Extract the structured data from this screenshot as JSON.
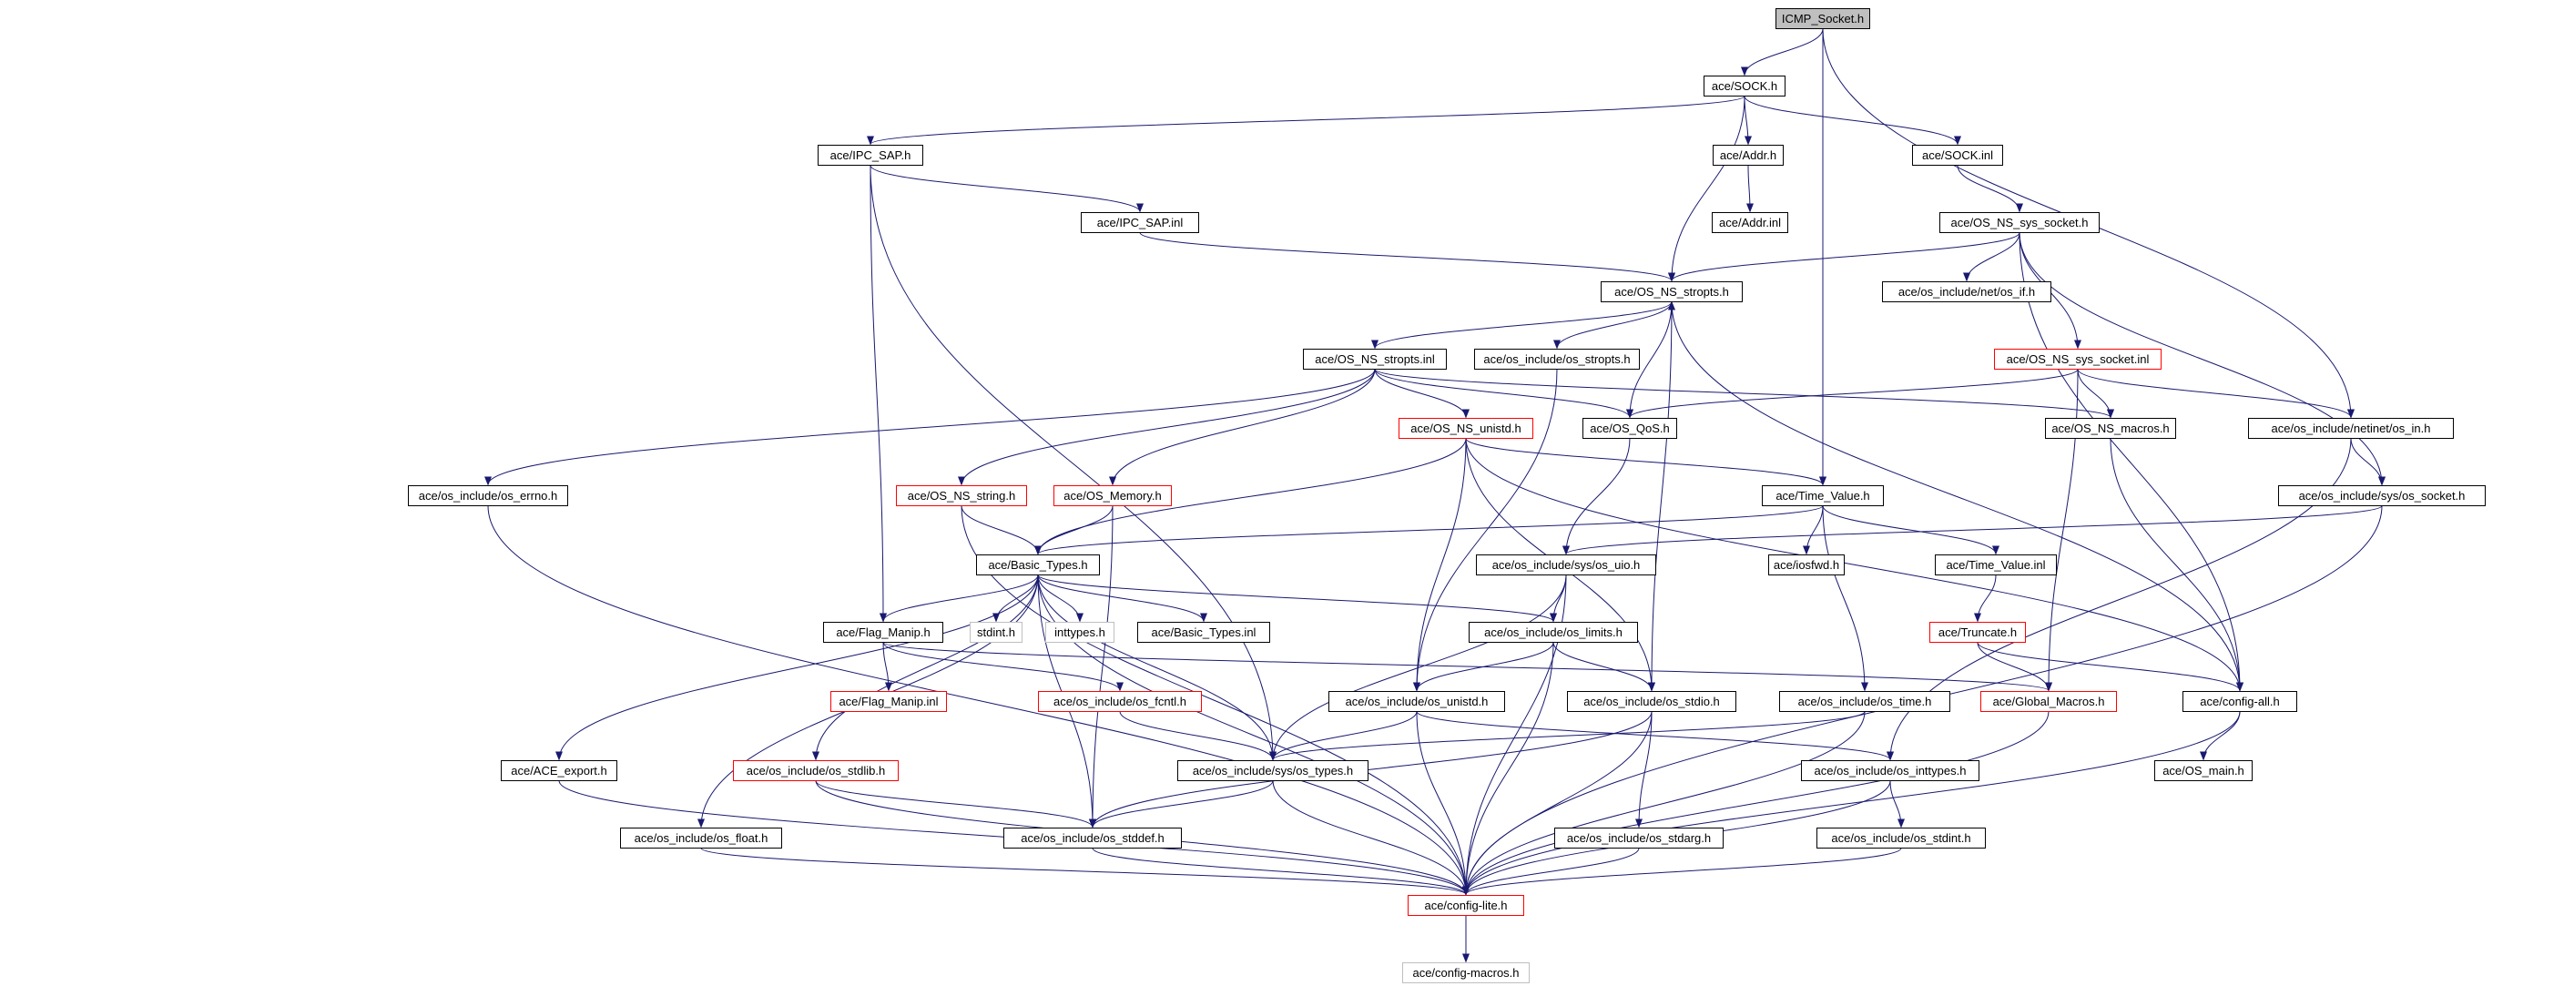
{
  "diagram": {
    "title": "ICMP_Socket.h",
    "edge_color": "#191970",
    "nodes": [
      {
        "id": "icmp_socket_h",
        "label": "ICMP_Socket.h",
        "style": "root"
      },
      {
        "id": "sock_h",
        "label": "ace/SOCK.h",
        "style": "black"
      },
      {
        "id": "ipc_sap_h",
        "label": "ace/IPC_SAP.h",
        "style": "black"
      },
      {
        "id": "addr_h",
        "label": "ace/Addr.h",
        "style": "black"
      },
      {
        "id": "sock_inl",
        "label": "ace/SOCK.inl",
        "style": "black"
      },
      {
        "id": "addr_inl",
        "label": "ace/Addr.inl",
        "style": "black"
      },
      {
        "id": "ipc_sap_inl",
        "label": "ace/IPC_SAP.inl",
        "style": "black"
      },
      {
        "id": "os_ns_sys_socket_h",
        "label": "ace/OS_NS_sys_socket.h",
        "style": "black"
      },
      {
        "id": "os_ns_stropts_h",
        "label": "ace/OS_NS_stropts.h",
        "style": "black"
      },
      {
        "id": "os_if_h",
        "label": "ace/os_include/net/os_if.h",
        "style": "black"
      },
      {
        "id": "os_ns_stropts_inl",
        "label": "ace/OS_NS_stropts.inl",
        "style": "black"
      },
      {
        "id": "os_stropts_h",
        "label": "ace/os_include/os_stropts.h",
        "style": "black"
      },
      {
        "id": "os_ns_sys_socket_inl",
        "label": "ace/OS_NS_sys_socket.inl",
        "style": "red"
      },
      {
        "id": "os_ns_unistd_h",
        "label": "ace/OS_NS_unistd.h",
        "style": "red"
      },
      {
        "id": "os_qos_h",
        "label": "ace/OS_QoS.h",
        "style": "black"
      },
      {
        "id": "os_ns_macros_h",
        "label": "ace/OS_NS_macros.h",
        "style": "black"
      },
      {
        "id": "os_in_h",
        "label": "ace/os_include/netinet/os_in.h",
        "style": "black"
      },
      {
        "id": "os_errno_h",
        "label": "ace/os_include/os_errno.h",
        "style": "black"
      },
      {
        "id": "os_ns_string_h",
        "label": "ace/OS_NS_string.h",
        "style": "red"
      },
      {
        "id": "os_memory_h",
        "label": "ace/OS_Memory.h",
        "style": "red"
      },
      {
        "id": "time_value_h",
        "label": "ace/Time_Value.h",
        "style": "black"
      },
      {
        "id": "os_sys_socket_h",
        "label": "ace/os_include/sys/os_socket.h",
        "style": "black"
      },
      {
        "id": "basic_types_h",
        "label": "ace/Basic_Types.h",
        "style": "black"
      },
      {
        "id": "os_uio_h",
        "label": "ace/os_include/sys/os_uio.h",
        "style": "black"
      },
      {
        "id": "iosfwd_h",
        "label": "ace/iosfwd.h",
        "style": "black"
      },
      {
        "id": "time_value_inl",
        "label": "ace/Time_Value.inl",
        "style": "black"
      },
      {
        "id": "flag_manip_h",
        "label": "ace/Flag_Manip.h",
        "style": "black"
      },
      {
        "id": "stdint_h",
        "label": "stdint.h",
        "style": "gray"
      },
      {
        "id": "inttypes_h",
        "label": "inttypes.h",
        "style": "gray"
      },
      {
        "id": "basic_types_inl",
        "label": "ace/Basic_Types.inl",
        "style": "black"
      },
      {
        "id": "os_limits_h",
        "label": "ace/os_include/os_limits.h",
        "style": "black"
      },
      {
        "id": "truncate_h",
        "label": "ace/Truncate.h",
        "style": "red"
      },
      {
        "id": "flag_manip_inl",
        "label": "ace/Flag_Manip.inl",
        "style": "red"
      },
      {
        "id": "os_fcntl_h",
        "label": "ace/os_include/os_fcntl.h",
        "style": "red"
      },
      {
        "id": "os_unistd_h",
        "label": "ace/os_include/os_unistd.h",
        "style": "black"
      },
      {
        "id": "os_stdio_h",
        "label": "ace/os_include/os_stdio.h",
        "style": "black"
      },
      {
        "id": "os_time_h",
        "label": "ace/os_include/os_time.h",
        "style": "black"
      },
      {
        "id": "global_macros_h",
        "label": "ace/Global_Macros.h",
        "style": "red"
      },
      {
        "id": "config_all_h",
        "label": "ace/config-all.h",
        "style": "black"
      },
      {
        "id": "ace_export_h",
        "label": "ace/ACE_export.h",
        "style": "black"
      },
      {
        "id": "os_stdlib_h",
        "label": "ace/os_include/os_stdlib.h",
        "style": "red"
      },
      {
        "id": "os_types_h",
        "label": "ace/os_include/sys/os_types.h",
        "style": "black"
      },
      {
        "id": "os_inttypes_h",
        "label": "ace/os_include/os_inttypes.h",
        "style": "black"
      },
      {
        "id": "os_main_h",
        "label": "ace/OS_main.h",
        "style": "black"
      },
      {
        "id": "os_float_h",
        "label": "ace/os_include/os_float.h",
        "style": "black"
      },
      {
        "id": "os_stddef_h",
        "label": "ace/os_include/os_stddef.h",
        "style": "black"
      },
      {
        "id": "os_stdarg_h",
        "label": "ace/os_include/os_stdarg.h",
        "style": "black"
      },
      {
        "id": "os_stdint_h",
        "label": "ace/os_include/os_stdint.h",
        "style": "black"
      },
      {
        "id": "config_lite_h",
        "label": "ace/config-lite.h",
        "style": "red"
      },
      {
        "id": "config_macros_h",
        "label": "ace/config-macros.h",
        "style": "gray"
      }
    ],
    "edges": [
      [
        "icmp_socket_h",
        "sock_h"
      ],
      [
        "icmp_socket_h",
        "time_value_h"
      ],
      [
        "icmp_socket_h",
        "os_in_h"
      ],
      [
        "sock_h",
        "ipc_sap_h"
      ],
      [
        "sock_h",
        "addr_h"
      ],
      [
        "sock_h",
        "sock_inl"
      ],
      [
        "sock_h",
        "os_ns_stropts_h"
      ],
      [
        "ipc_sap_h",
        "ipc_sap_inl"
      ],
      [
        "ipc_sap_h",
        "flag_manip_h"
      ],
      [
        "ipc_sap_h",
        "os_types_h"
      ],
      [
        "addr_h",
        "addr_inl"
      ],
      [
        "sock_inl",
        "os_ns_sys_socket_h"
      ],
      [
        "ipc_sap_inl",
        "os_ns_stropts_h"
      ],
      [
        "os_ns_sys_socket_h",
        "os_ns_stropts_h"
      ],
      [
        "os_ns_sys_socket_h",
        "os_if_h"
      ],
      [
        "os_ns_sys_socket_h",
        "os_ns_sys_socket_inl"
      ],
      [
        "os_ns_sys_socket_h",
        "os_sys_socket_h"
      ],
      [
        "os_ns_sys_socket_h",
        "config_all_h"
      ],
      [
        "os_ns_stropts_h",
        "os_ns_stropts_inl"
      ],
      [
        "os_ns_stropts_h",
        "os_stropts_h"
      ],
      [
        "os_ns_stropts_h",
        "os_stdio_h"
      ],
      [
        "os_ns_stropts_h",
        "config_all_h"
      ],
      [
        "os_ns_stropts_inl",
        "os_ns_unistd_h"
      ],
      [
        "os_ns_stropts_inl",
        "os_qos_h"
      ],
      [
        "os_ns_stropts_inl",
        "os_ns_macros_h"
      ],
      [
        "os_ns_stropts_inl",
        "os_errno_h"
      ],
      [
        "os_ns_stropts_inl",
        "os_ns_string_h"
      ],
      [
        "os_ns_stropts_inl",
        "os_memory_h"
      ],
      [
        "os_stropts_h",
        "os_unistd_h"
      ],
      [
        "os_ns_sys_socket_inl",
        "os_qos_h"
      ],
      [
        "os_ns_sys_socket_inl",
        "os_ns_macros_h"
      ],
      [
        "os_ns_sys_socket_inl",
        "os_in_h"
      ],
      [
        "os_ns_sys_socket_inl",
        "global_macros_h"
      ],
      [
        "os_qos_h",
        "os_ns_stropts_h"
      ],
      [
        "os_qos_h",
        "os_uio_h"
      ],
      [
        "os_ns_unistd_h",
        "time_value_h"
      ],
      [
        "os_ns_unistd_h",
        "basic_types_h"
      ],
      [
        "os_ns_unistd_h",
        "os_unistd_h"
      ],
      [
        "os_ns_unistd_h",
        "os_stdio_h"
      ],
      [
        "os_ns_unistd_h",
        "config_all_h"
      ],
      [
        "os_ns_macros_h",
        "config_all_h"
      ],
      [
        "os_in_h",
        "os_sys_socket_h"
      ],
      [
        "os_in_h",
        "os_inttypes_h"
      ],
      [
        "os_errno_h",
        "config_lite_h"
      ],
      [
        "os_ns_string_h",
        "basic_types_h"
      ],
      [
        "os_ns_string_h",
        "config_lite_h"
      ],
      [
        "os_memory_h",
        "basic_types_h"
      ],
      [
        "os_memory_h",
        "os_stddef_h"
      ],
      [
        "time_value_h",
        "basic_types_h"
      ],
      [
        "time_value_h",
        "iosfwd_h"
      ],
      [
        "time_value_h",
        "time_value_inl"
      ],
      [
        "time_value_h",
        "os_time_h"
      ],
      [
        "os_sys_socket_h",
        "os_uio_h"
      ],
      [
        "os_sys_socket_h",
        "config_lite_h"
      ],
      [
        "basic_types_h",
        "stdint_h"
      ],
      [
        "basic_types_h",
        "inttypes_h"
      ],
      [
        "basic_types_h",
        "basic_types_inl"
      ],
      [
        "basic_types_h",
        "os_limits_h"
      ],
      [
        "basic_types_h",
        "os_types_h"
      ],
      [
        "basic_types_h",
        "ace_export_h"
      ],
      [
        "basic_types_h",
        "os_float_h"
      ],
      [
        "basic_types_h",
        "os_stdlib_h"
      ],
      [
        "basic_types_h",
        "os_stddef_h"
      ],
      [
        "basic_types_h",
        "config_lite_h"
      ],
      [
        "basic_types_h",
        "flag_manip_h"
      ],
      [
        "os_uio_h",
        "os_limits_h"
      ],
      [
        "os_uio_h",
        "os_types_h"
      ],
      [
        "os_uio_h",
        "config_lite_h"
      ],
      [
        "time_value_inl",
        "truncate_h"
      ],
      [
        "flag_manip_h",
        "flag_manip_inl"
      ],
      [
        "flag_manip_h",
        "os_fcntl_h"
      ],
      [
        "flag_manip_h",
        "global_macros_h"
      ],
      [
        "os_limits_h",
        "os_unistd_h"
      ],
      [
        "os_limits_h",
        "os_stdio_h"
      ],
      [
        "os_limits_h",
        "config_lite_h"
      ],
      [
        "truncate_h",
        "global_macros_h"
      ],
      [
        "truncate_h",
        "config_all_h"
      ],
      [
        "os_fcntl_h",
        "os_types_h"
      ],
      [
        "os_unistd_h",
        "os_types_h"
      ],
      [
        "os_unistd_h",
        "os_inttypes_h"
      ],
      [
        "os_unistd_h",
        "config_lite_h"
      ],
      [
        "os_stdio_h",
        "os_stdarg_h"
      ],
      [
        "os_stdio_h",
        "os_stddef_h"
      ],
      [
        "os_stdio_h",
        "config_lite_h"
      ],
      [
        "os_time_h",
        "os_types_h"
      ],
      [
        "os_time_h",
        "config_lite_h"
      ],
      [
        "global_macros_h",
        "config_lite_h"
      ],
      [
        "config_all_h",
        "os_main_h"
      ],
      [
        "config_all_h",
        "config_lite_h"
      ],
      [
        "ace_export_h",
        "config_lite_h"
      ],
      [
        "os_stdlib_h",
        "os_stddef_h"
      ],
      [
        "os_stdlib_h",
        "config_lite_h"
      ],
      [
        "os_types_h",
        "os_stddef_h"
      ],
      [
        "os_types_h",
        "config_lite_h"
      ],
      [
        "os_inttypes_h",
        "os_stdint_h"
      ],
      [
        "os_inttypes_h",
        "config_lite_h"
      ],
      [
        "os_float_h",
        "config_lite_h"
      ],
      [
        "os_stddef_h",
        "config_lite_h"
      ],
      [
        "os_stdarg_h",
        "config_lite_h"
      ],
      [
        "os_stdint_h",
        "config_lite_h"
      ],
      [
        "config_lite_h",
        "config_macros_h"
      ]
    ]
  }
}
